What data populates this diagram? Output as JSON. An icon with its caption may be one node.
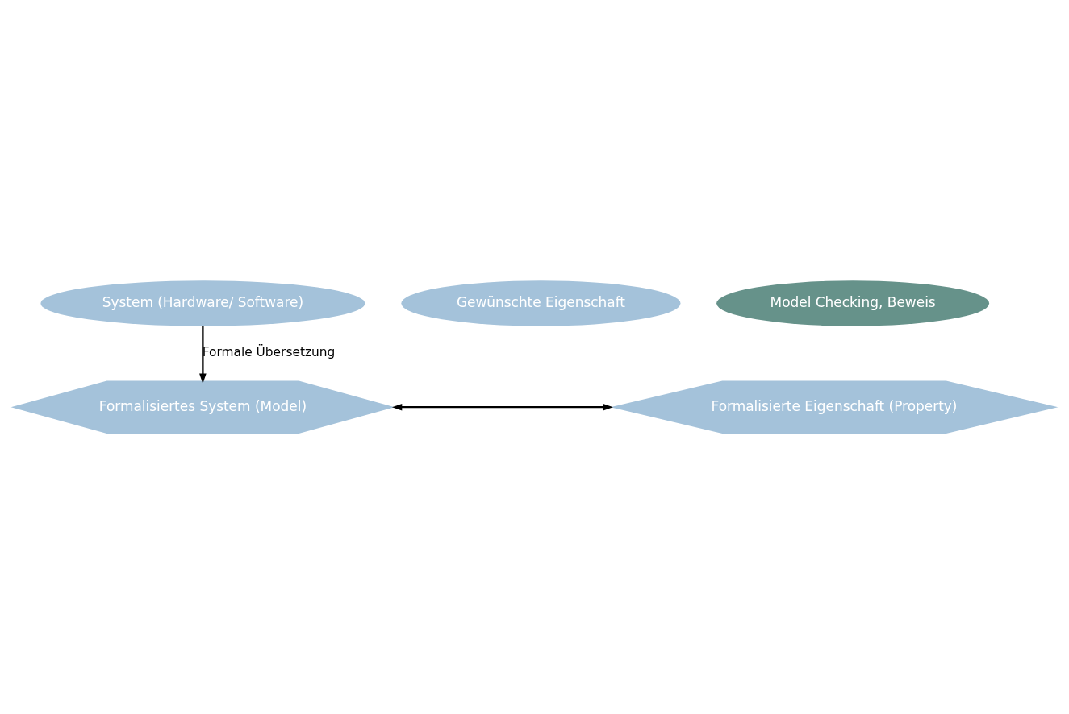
{
  "diagram": {
    "nodes": [
      {
        "text": [
          "System (Hardware/ Software)"
        ]
      },
      {
        "text": [
          "Gewünschte Eigenschaft"
        ]
      },
      {
        "text": [
          "Model Checking, Beweis"
        ]
      },
      {
        "text": [
          "Formalisiertes System (Model)"
        ]
      },
      {
        "text": [
          "Formalisierte Eigenschaft (Property)"
        ]
      }
    ],
    "edges": [
      {
        "from": 0,
        "to": 3,
        "arrow": "to",
        "label": "Formale Übersetzung"
      },
      {
        "from": 3,
        "to": 4,
        "arrow": "both"
      }
    ]
  }
}
